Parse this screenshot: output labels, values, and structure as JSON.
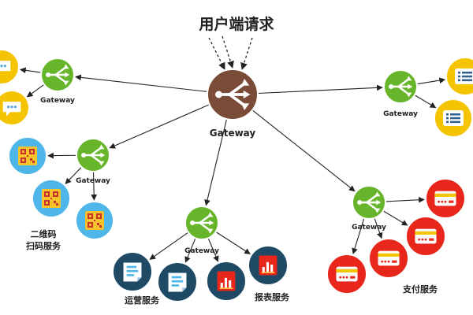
{
  "title": "用户端请求",
  "gateway_label": "Gateway",
  "group_labels": {
    "qr_line1": "二维码",
    "qr_line2": "扫码服务",
    "ops": "运营服务",
    "report": "报表服务",
    "pay": "支付服务"
  },
  "colors": {
    "main_gateway": "#7a4b36",
    "gateway": "#67b52a",
    "chat": "#f5c400",
    "list": "#f5c400",
    "qr": "#4fb6ea",
    "ops": "#1f4a66",
    "report": "#1f4a66",
    "pay": "#e8261c",
    "arrow": "#222222"
  },
  "icons": {
    "main_gateway": "gateway-fork-icon",
    "gateway": "gateway-fork-icon",
    "chat": "chat-bubble-icon",
    "list": "list-icon",
    "qr": "qr-code-icon",
    "ops": "document-icon",
    "report": "bar-chart-icon",
    "pay": "credit-card-icon"
  }
}
